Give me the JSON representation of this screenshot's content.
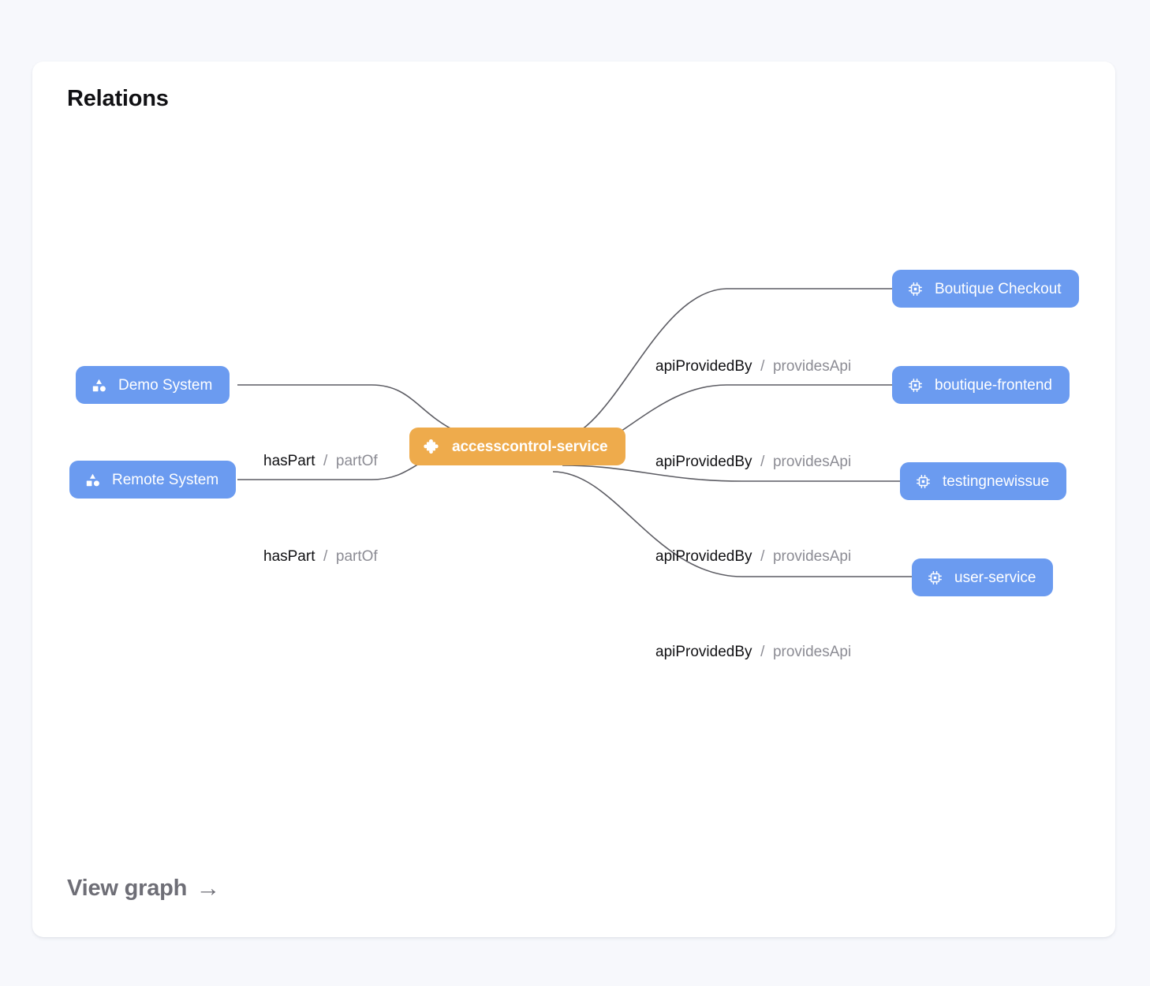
{
  "card": {
    "title": "Relations",
    "footer_link": "View graph",
    "footer_arrow": "→"
  },
  "colors": {
    "page_background": "#f7f8fc",
    "card_background": "#ffffff",
    "entity_blue": "#6b9bf0",
    "focus_orange": "#eeab4c",
    "edge_line": "#5c5c63",
    "label_primary": "#111114",
    "label_secondary": "#8c8c94"
  },
  "graph": {
    "focus_node": {
      "id": "accesscontrol-service",
      "label": "accesscontrol-service",
      "icon": "puzzle-piece-icon",
      "kind": "component",
      "color": "#eeab4c"
    },
    "left_nodes": [
      {
        "id": "demo-system",
        "label": "Demo System",
        "icon": "shapes-system-icon",
        "kind": "system",
        "color": "#6b9bf0"
      },
      {
        "id": "remote-system",
        "label": "Remote System",
        "icon": "shapes-system-icon",
        "kind": "system",
        "color": "#6b9bf0"
      }
    ],
    "right_nodes": [
      {
        "id": "boutique-checkout",
        "label": "Boutique Checkout",
        "icon": "chip-api-icon",
        "kind": "api",
        "color": "#6b9bf0"
      },
      {
        "id": "boutique-frontend",
        "label": "boutique-frontend",
        "icon": "chip-api-icon",
        "kind": "api",
        "color": "#6b9bf0"
      },
      {
        "id": "testingnewissue",
        "label": "testingnewissue",
        "icon": "chip-api-icon",
        "kind": "api",
        "color": "#6b9bf0"
      },
      {
        "id": "user-service",
        "label": "user-service",
        "icon": "chip-api-icon",
        "kind": "api",
        "color": "#6b9bf0"
      }
    ],
    "edges": [
      {
        "id": "edge-demo-system",
        "from": "demo-system",
        "to": "accesscontrol-service",
        "forward": "hasPart",
        "separator": "/",
        "reverse": "partOf"
      },
      {
        "id": "edge-remote-system",
        "from": "remote-system",
        "to": "accesscontrol-service",
        "forward": "hasPart",
        "separator": "/",
        "reverse": "partOf"
      },
      {
        "id": "edge-boutique-checkout",
        "from": "accesscontrol-service",
        "to": "boutique-checkout",
        "forward": "apiProvidedBy",
        "separator": "/",
        "reverse": "providesApi"
      },
      {
        "id": "edge-boutique-frontend",
        "from": "accesscontrol-service",
        "to": "boutique-frontend",
        "forward": "apiProvidedBy",
        "separator": "/",
        "reverse": "providesApi"
      },
      {
        "id": "edge-testingnewissue",
        "from": "accesscontrol-service",
        "to": "testingnewissue",
        "forward": "apiProvidedBy",
        "separator": "/",
        "reverse": "providesApi"
      },
      {
        "id": "edge-user-service",
        "from": "accesscontrol-service",
        "to": "user-service",
        "forward": "apiProvidedBy",
        "separator": "/",
        "reverse": "providesApi"
      }
    ]
  }
}
